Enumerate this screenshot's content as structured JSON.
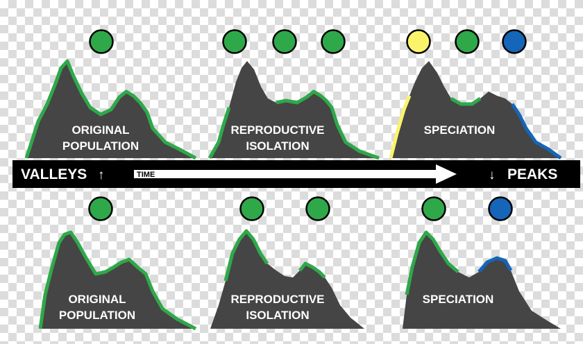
{
  "timeline": {
    "left_label": "VALLEYS",
    "left_arrow": "↑",
    "center_label": "TIME",
    "right_arrow": "↓",
    "right_label": "PEAKS"
  },
  "colors": {
    "mountain": "#454545",
    "green": "#2fa84a",
    "yellow": "#fbf46a",
    "blue": "#1565b8",
    "bar": "#000000"
  },
  "top_row": [
    {
      "line1": "ORIGINAL",
      "line2": "POPULATION",
      "dots": [
        "green"
      ]
    },
    {
      "line1": "REPRODUCTIVE",
      "line2": "ISOLATION",
      "dots": [
        "green",
        "green",
        "green"
      ]
    },
    {
      "line1": "SPECIATION",
      "line2": "",
      "dots": [
        "yellow",
        "green",
        "blue"
      ]
    }
  ],
  "bottom_row": [
    {
      "line1": "ORIGINAL",
      "line2": "POPULATION",
      "dots": [
        "green"
      ]
    },
    {
      "line1": "REPRODUCTIVE",
      "line2": "ISOLATION",
      "dots": [
        "green",
        "green"
      ]
    },
    {
      "line1": "SPECIATION",
      "line2": "",
      "dots": [
        "green",
        "blue"
      ]
    }
  ]
}
